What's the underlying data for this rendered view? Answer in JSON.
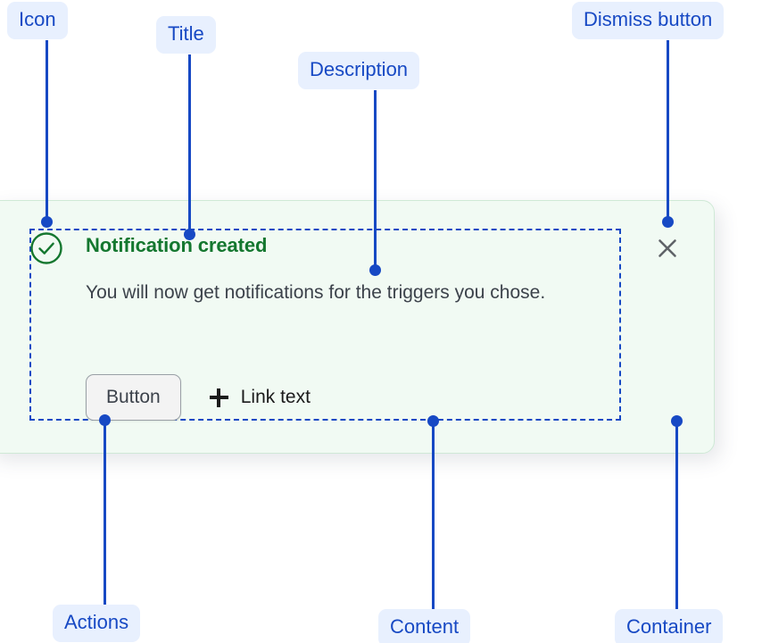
{
  "notification": {
    "icon": "success-check-circle-icon",
    "title": "Notification created",
    "description": "You will now get notifications for the triggers you chose.",
    "button_label": "Button",
    "link_icon": "plus-icon",
    "link_label": "Link text",
    "dismiss_icon": "close-x-icon",
    "colors": {
      "container_bg": "#f1faf3",
      "container_border": "#cfe9d6",
      "title": "#14772f",
      "description": "#3c424b",
      "icon": "#14772f",
      "dismiss": "#5f6368",
      "button_bg": "#f3f3f3",
      "button_border": "#9aa0a6"
    }
  },
  "annotations": {
    "accent": "#1749c4",
    "pill_bg": "#e8f0fe",
    "items": [
      {
        "id": "icon",
        "label": "Icon"
      },
      {
        "id": "title",
        "label": "Title"
      },
      {
        "id": "description",
        "label": "Description"
      },
      {
        "id": "dismiss-button",
        "label": "Dismiss button"
      },
      {
        "id": "actions",
        "label": "Actions"
      },
      {
        "id": "content",
        "label": "Content"
      },
      {
        "id": "container",
        "label": "Container"
      }
    ]
  }
}
